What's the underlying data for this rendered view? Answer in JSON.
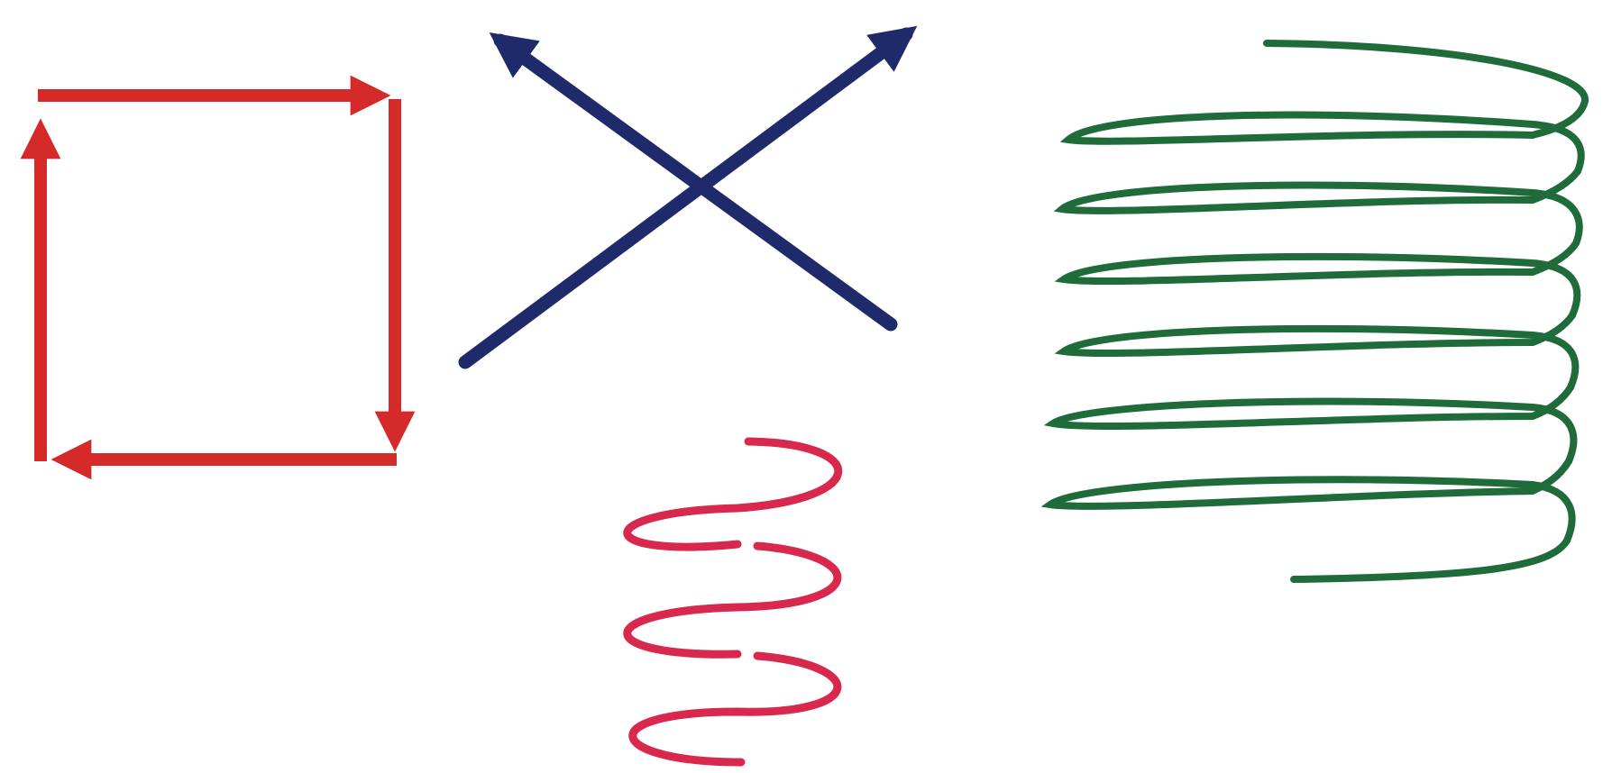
{
  "figures": [
    {
      "name": "square-cycle-arrows",
      "color": "#d42a2a",
      "arrow_count": 4,
      "direction": "clockwise"
    },
    {
      "name": "crossed-arrows",
      "color": "#1f2a6b",
      "arrow_count": 2
    },
    {
      "name": "sine-wave-coil",
      "color": "#d8284e",
      "turns": 3
    },
    {
      "name": "helical-spring",
      "color": "#1f6b3a",
      "loops": 7
    }
  ],
  "colors": {
    "background": "#ffffff"
  }
}
